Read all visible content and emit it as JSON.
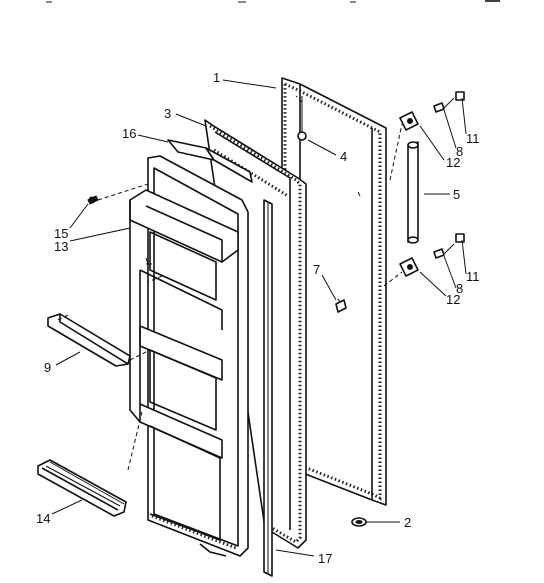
{
  "callouts": {
    "c1": "1",
    "c2": "2",
    "c3": "3",
    "c4": "4",
    "c5": "5",
    "c7": "7",
    "c8a": "8",
    "c8b": "8",
    "c9": "9",
    "c11a": "11",
    "c11b": "11",
    "c12a": "12",
    "c12b": "12",
    "c13": "13",
    "c14": "14",
    "c15": "15",
    "c16": "16",
    "c17": "17"
  }
}
